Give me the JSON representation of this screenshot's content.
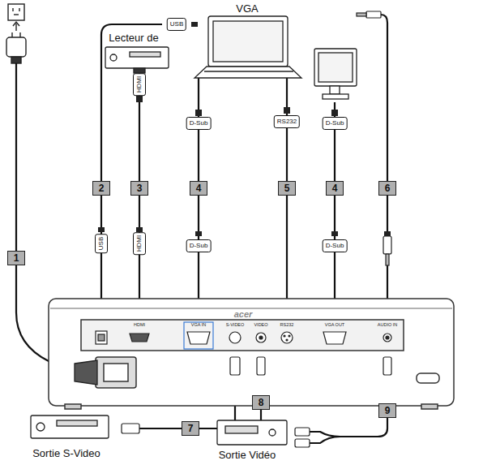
{
  "diagram": {
    "labels": [
      "VGA",
      "Lecteur de",
      "USB",
      "HDMI",
      "D-Sub",
      "RS232",
      "D-Sub",
      "2",
      "3",
      "4",
      "5",
      "4",
      "6",
      "1",
      "USB",
      "HDMI",
      "D-Sub",
      "D-Sub",
      "acer",
      "HDMI",
      "VGA IN",
      "S-VIDEO",
      "VIDEO",
      "RS232",
      "VGA OUT",
      "AUDIO IN",
      "8",
      "9",
      "7",
      "Sortie S-Video",
      "Sortie Vidéo"
    ]
  }
}
